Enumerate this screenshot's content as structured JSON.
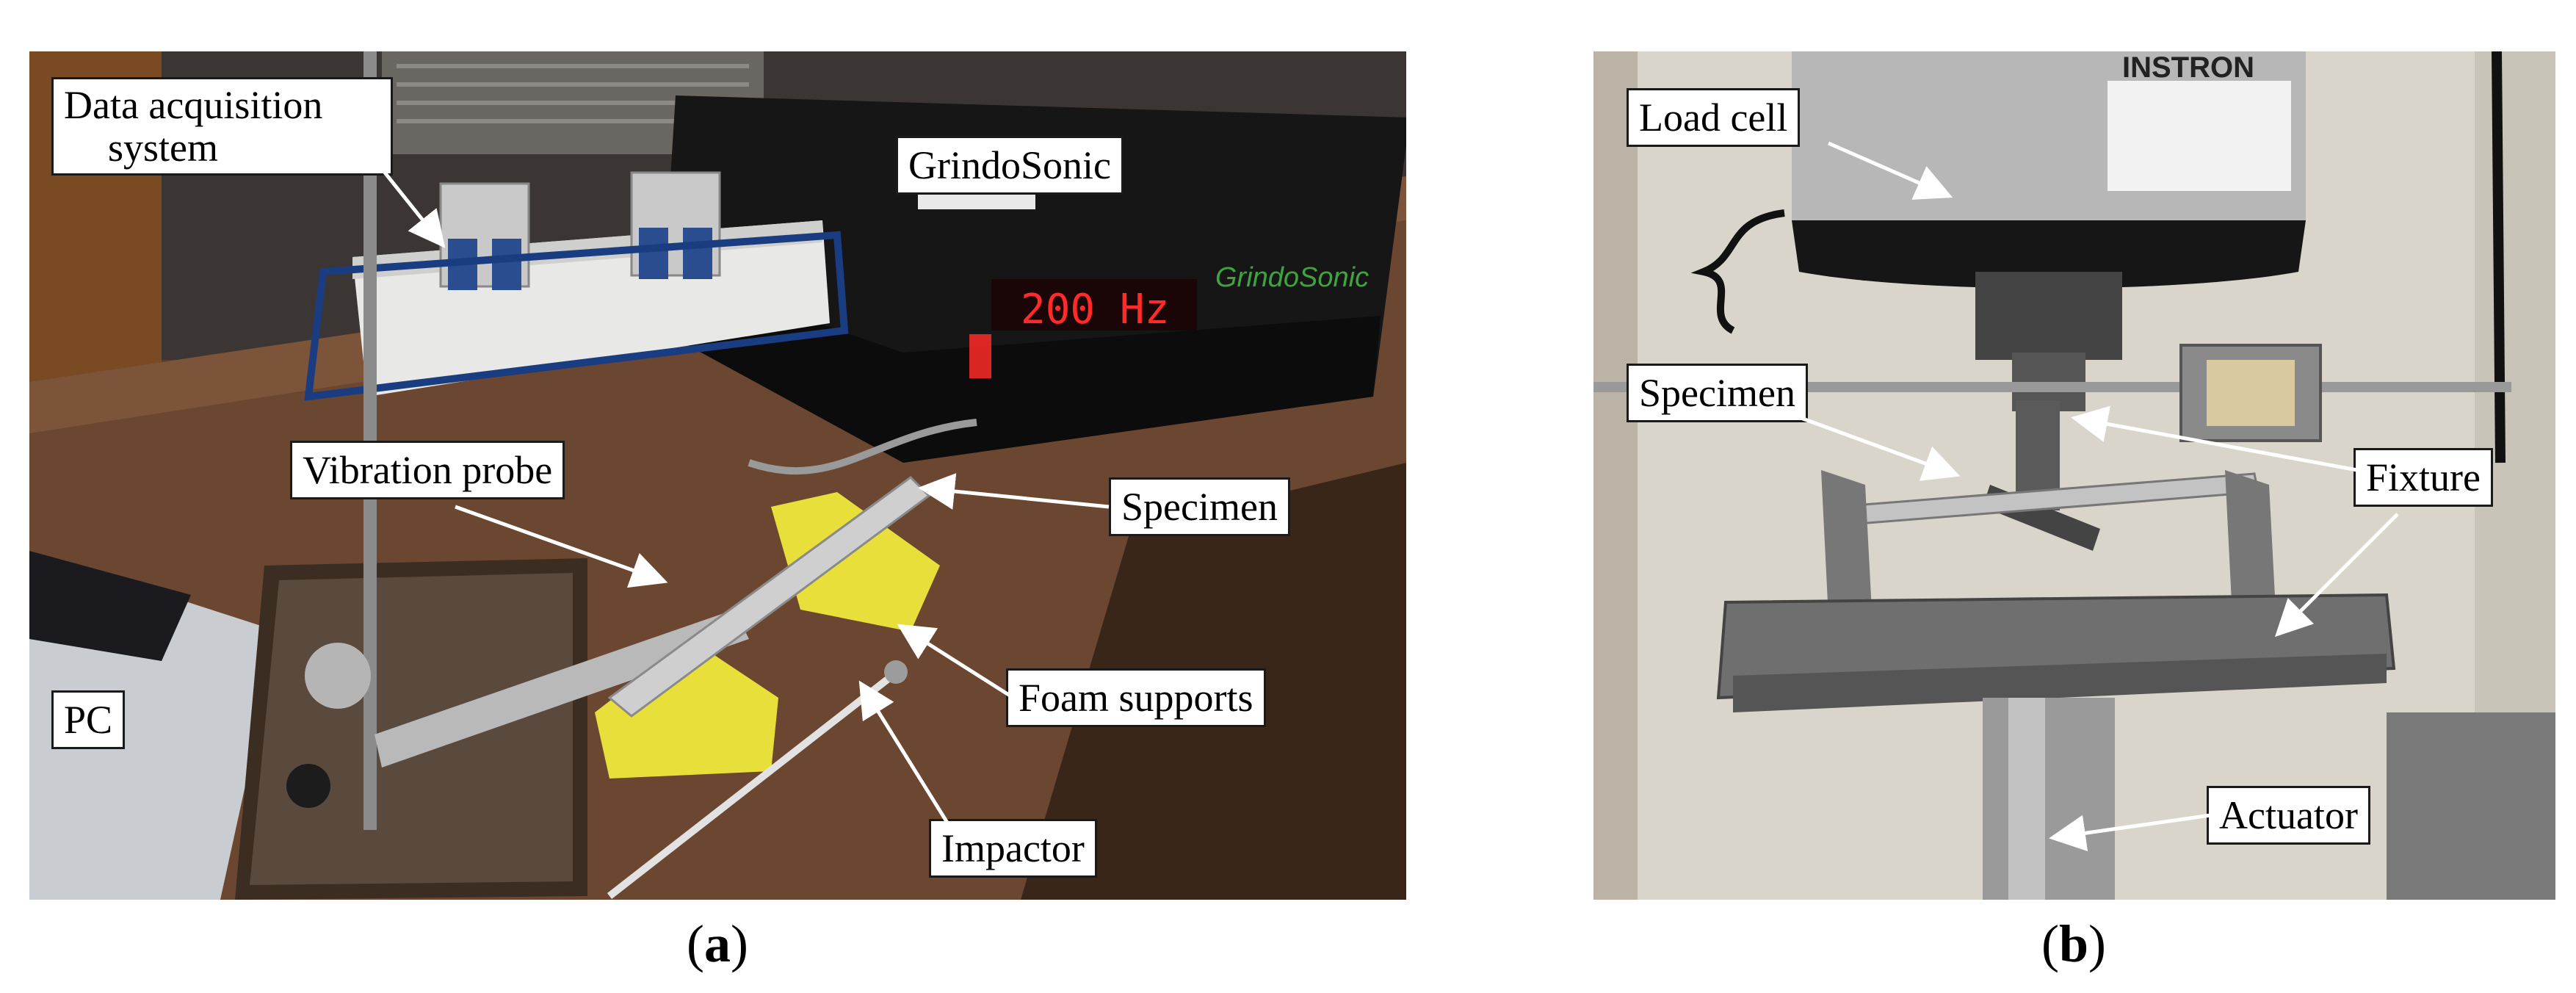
{
  "panel_a": {
    "labels": {
      "daq": "Data acquisition system",
      "daq_line1": "Data acquisition",
      "daq_line2": "system",
      "grindosonic": "GrindoSonic",
      "vibration_probe": "Vibration probe",
      "specimen": "Specimen",
      "foam_supports": "Foam supports",
      "pc": "PC",
      "impactor": "Impactor"
    },
    "display_readout": "200 Hz",
    "device_brand": "GrindoSonic",
    "caption_letter": "a"
  },
  "panel_b": {
    "labels": {
      "load_cell": "Load cell",
      "specimen": "Specimen",
      "fixture": "Fixture",
      "actuator": "Actuator"
    },
    "machine_brand": "INSTRON",
    "caption_letter": "b"
  },
  "colors": {
    "table_wood": "#6b4630",
    "foam_yellow": "#e8df3a",
    "display_red": "#ff2a2a",
    "wall": "#d9d5cb",
    "steel": "#8a8a8a"
  }
}
